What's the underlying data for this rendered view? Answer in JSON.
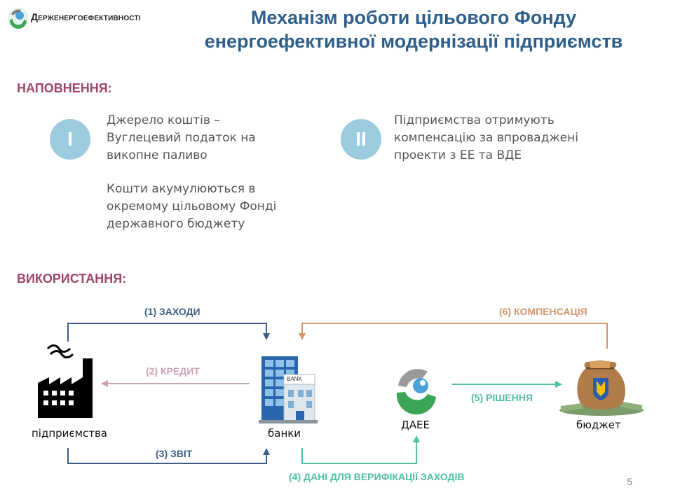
{
  "header": {
    "logo_text": "Держенергоефективності",
    "title_line1": "Механізм роботи цільового Фонду",
    "title_line2": "енергоефективної модернізації підприємств"
  },
  "filling": {
    "heading": "НАПОВНЕННЯ:",
    "item1": {
      "numeral": "I",
      "text1": [
        "Джерело коштів –",
        "Вуглецевий податок на",
        "викопне паливо"
      ],
      "text2": [
        "Кошти акумулюються в",
        "окремому цільовому Фонді",
        "державного бюджету"
      ]
    },
    "item2": {
      "numeral": "II",
      "text": [
        "Підприємства отримують",
        "компенсацію за впроваджені",
        "проекти з ЕЕ та ВДЕ"
      ]
    }
  },
  "usage": {
    "heading": "ВИКОРИСТАННЯ:",
    "nodes": {
      "enterprises": "підприємства",
      "banks": "банки",
      "bank_sign": "BANK",
      "daee": "ДАЕЕ",
      "budget": "бюджет"
    },
    "flows": {
      "f1": "(1) ЗАХОДИ",
      "f2": "(2) КРЕДИТ",
      "f3": "(3) ЗВІТ",
      "f4": "(4) ДАНІ ДЛЯ ВЕРИФІКАЦІЇ  ЗАХОДІВ",
      "f5": "(5) РІШЕННЯ",
      "f6": "(6) КОМПЕНСАЦІЯ"
    }
  },
  "colors": {
    "blue_flow": "#3d5e87",
    "pink_flow": "#c9a0b4",
    "teal_flow": "#4dbfa3",
    "orange_flow": "#d4956a",
    "title": "#2e5f8a",
    "section": "#a0446b",
    "circle": "#9ccbe0"
  },
  "page_number": "5"
}
